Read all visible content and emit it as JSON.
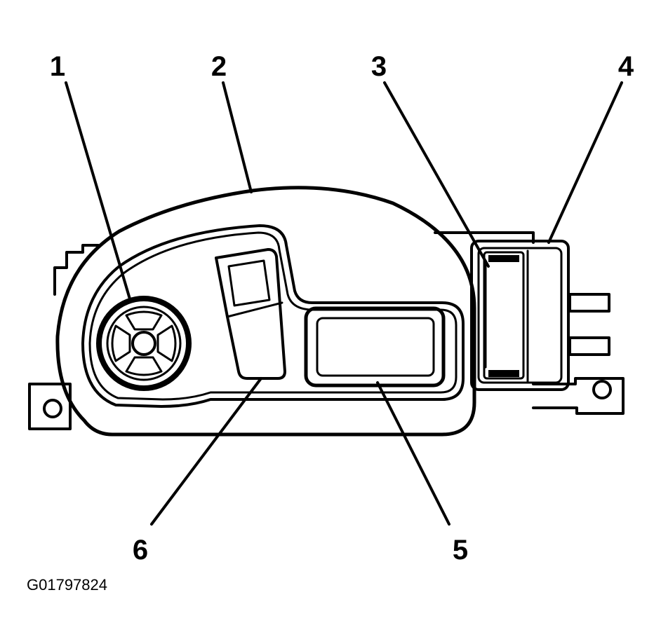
{
  "diagram": {
    "callouts": [
      {
        "id": "1",
        "label": "1"
      },
      {
        "id": "2",
        "label": "2"
      },
      {
        "id": "3",
        "label": "3"
      },
      {
        "id": "4",
        "label": "4"
      },
      {
        "id": "5",
        "label": "5"
      },
      {
        "id": "6",
        "label": "6"
      }
    ],
    "figure_id": "G01797824",
    "colors": {
      "line": "#000000",
      "background": "#ffffff"
    }
  }
}
